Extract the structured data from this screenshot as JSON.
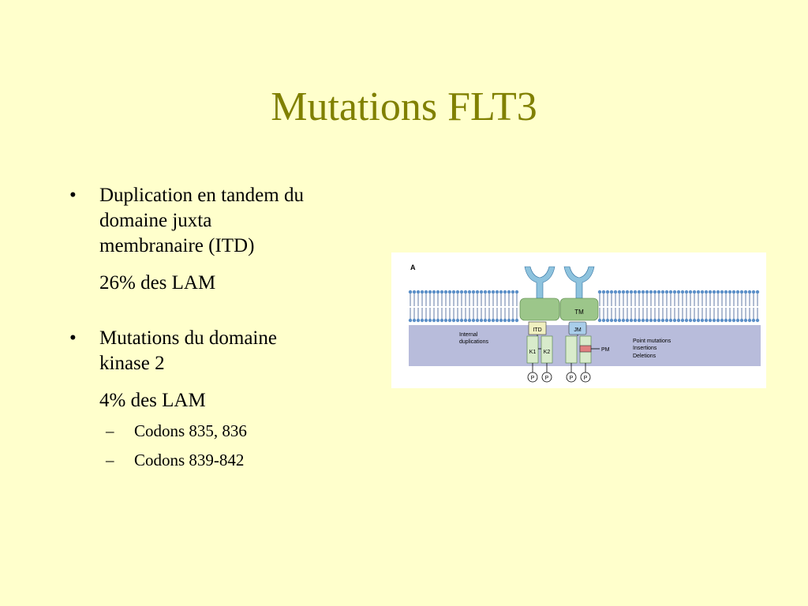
{
  "slide": {
    "title": "Mutations FLT3",
    "bullets": [
      {
        "marker": "•",
        "text_lines": [
          "Duplication en tandem du",
          "domaine juxta",
          "membranaire (ITD)"
        ],
        "stat": "26% des LAM"
      },
      {
        "marker": "•",
        "text_lines": [
          "Mutations du domaine",
          "kinase 2"
        ],
        "stat": "4% des LAM",
        "subitems": [
          {
            "marker": "–",
            "text": "Codons 835, 836"
          },
          {
            "marker": "–",
            "text": "Codons 839-842"
          }
        ]
      }
    ]
  },
  "figure": {
    "panel_label": "A",
    "left_note_lines": [
      "Internal",
      "duplications"
    ],
    "right_note_lines": [
      "Point mutations",
      "Insertions",
      "Deletions"
    ],
    "domain_labels": {
      "tm": "TM",
      "itd": "ITD",
      "jm": "JM",
      "k1": "K1",
      "k2": "K2",
      "pm": "PM"
    },
    "phospho": "P",
    "colors": {
      "membrane_head": "#5B8FC8",
      "membrane_tail": "#1F3F7F",
      "cytoplasm": "#B8BCDB",
      "receptor_green": "#9CC68A",
      "kinase_green": "#D8EBCB",
      "jm_blue": "#A9CDEA",
      "itd_yellow": "#F0F0C0",
      "ligand_blue": "#8EC3DE",
      "pm_red": "#E08080"
    }
  }
}
